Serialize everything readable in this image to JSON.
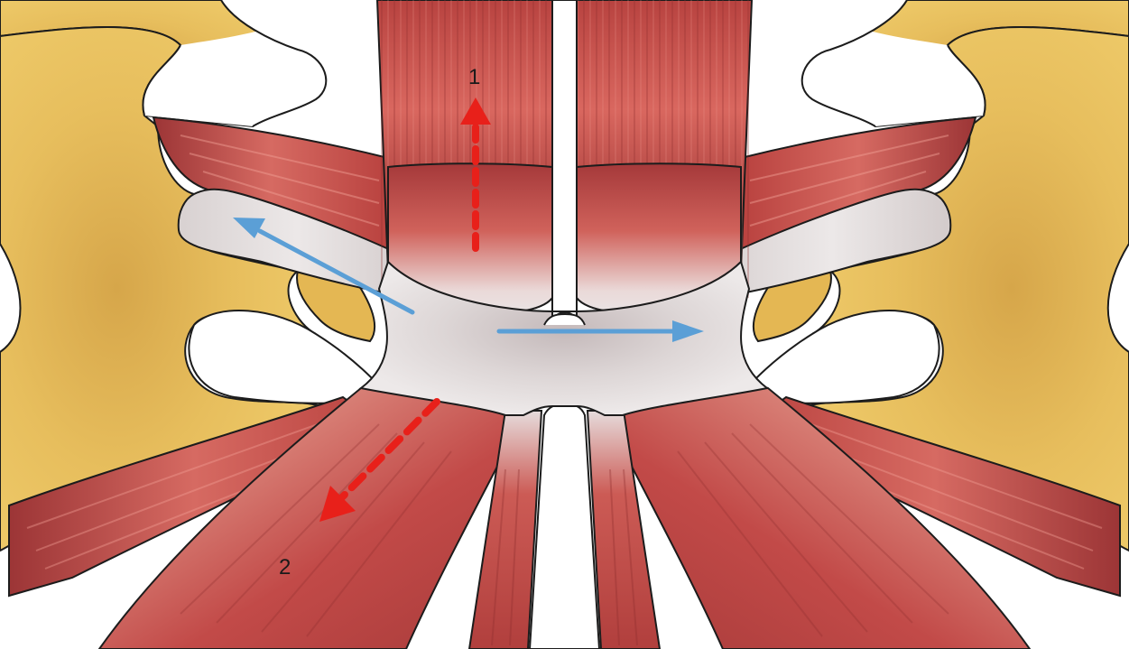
{
  "labels": {
    "label_1": "1",
    "label_2": "2"
  },
  "colors": {
    "background": "#ffffff",
    "bone": "#eac25f",
    "bone_shadow": "#d8a84a",
    "muscle_dark": "#9e3434",
    "muscle_mid": "#c24a48",
    "muscle_light": "#e07d73",
    "aponeurosis": "#e9e4e4",
    "aponeurosis_shadow": "#c9c0c1",
    "outline": "#1c1c1c",
    "force_arrow_red": "#e8201a",
    "force_arrow_blue": "#5b9fd6"
  },
  "arrows": [
    {
      "name": "red-dashed-arrow-up",
      "style": "dashed",
      "color": "red"
    },
    {
      "name": "red-dashed-arrow-down-left",
      "style": "dashed",
      "color": "red"
    },
    {
      "name": "blue-arrow-up-left",
      "style": "solid",
      "color": "blue"
    },
    {
      "name": "blue-arrow-right",
      "style": "solid",
      "color": "blue"
    }
  ]
}
